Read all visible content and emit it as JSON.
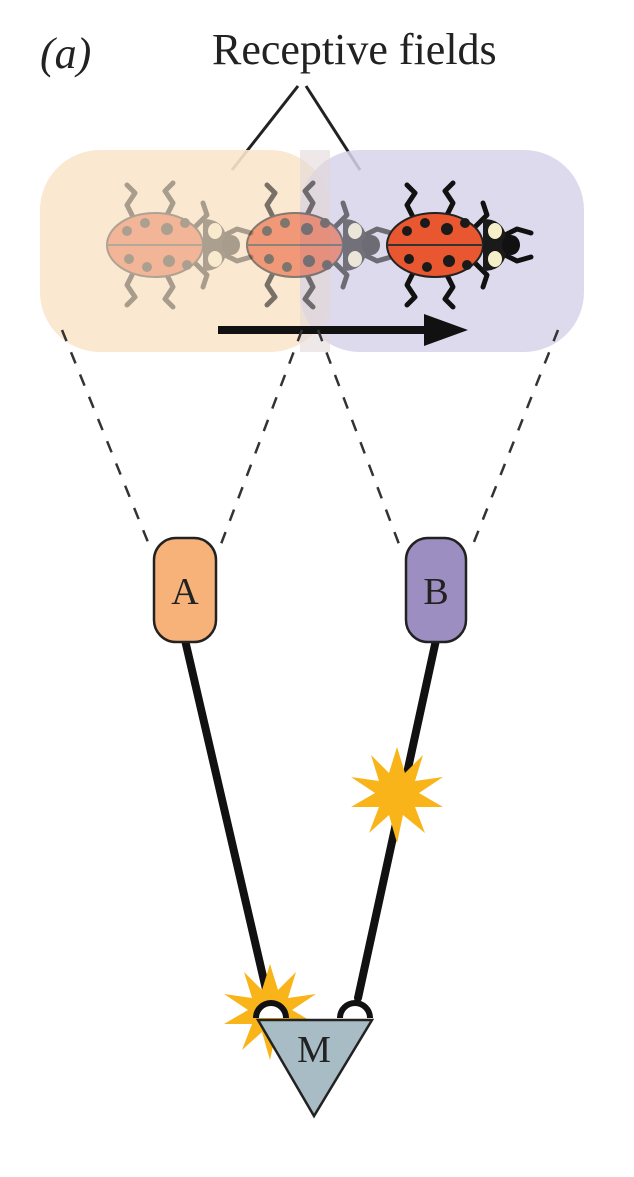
{
  "panel_label": "(a)",
  "title": "Receptive fields",
  "neurons": {
    "a": {
      "label": "A",
      "color": "#f7b27a"
    },
    "b": {
      "label": "B",
      "color": "#9d8ec2"
    },
    "m": {
      "label": "M",
      "color": "#a8bcc6"
    }
  },
  "colors": {
    "field_a": "#fae6cc",
    "field_b": "#d8d3ea",
    "ladybug": "#e8572f",
    "spot": "#1a1a1a",
    "spike": "#f8b418",
    "wire": "#111111"
  },
  "icons": [
    "ladybug-icon",
    "motion-arrow-icon",
    "spike-icon"
  ]
}
